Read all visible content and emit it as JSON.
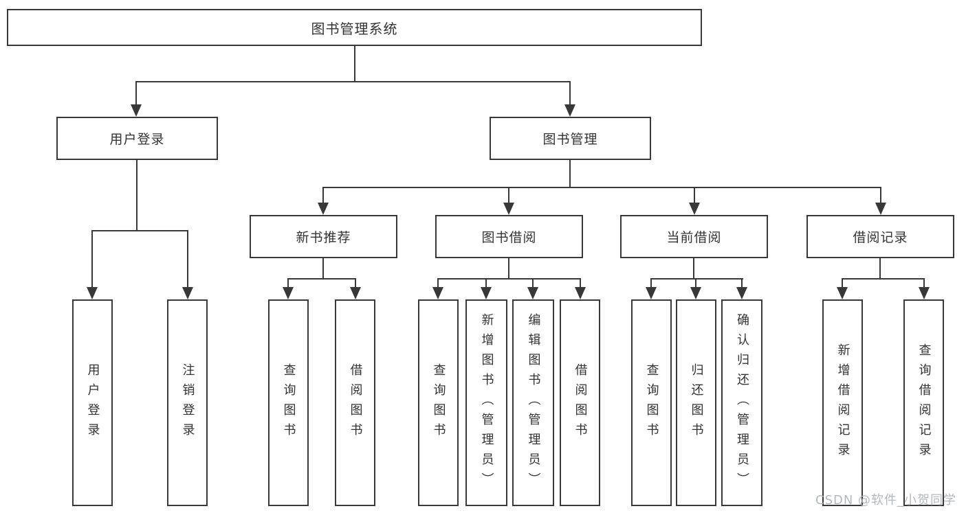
{
  "diagram": {
    "title": "图书管理系统",
    "branches": [
      {
        "label": "用户登录",
        "children": [
          {
            "label": "用户登录"
          },
          {
            "label": "注销登录"
          }
        ]
      },
      {
        "label": "图书管理",
        "children": [
          {
            "label": "新书推荐",
            "children": [
              {
                "label": "查询图书"
              },
              {
                "label": "借阅图书"
              }
            ]
          },
          {
            "label": "图书借阅",
            "children": [
              {
                "label": "查询图书"
              },
              {
                "label": "新增图书（管理员）"
              },
              {
                "label": "编辑图书（管理员）"
              },
              {
                "label": "借阅图书"
              }
            ]
          },
          {
            "label": "当前借阅",
            "children": [
              {
                "label": "查询图书"
              },
              {
                "label": "归还图书"
              },
              {
                "label": "确认归还（管理员）"
              }
            ]
          },
          {
            "label": "借阅记录",
            "children": [
              {
                "label": "新增借阅记录"
              },
              {
                "label": "查询借阅记录"
              }
            ]
          }
        ]
      }
    ]
  },
  "watermark": {
    "text": "CSDN @软件_小贺同学"
  },
  "colors": {
    "line": "#383838",
    "text": "#333333",
    "watermark": "#b5b8bb",
    "background": "#ffffff"
  }
}
